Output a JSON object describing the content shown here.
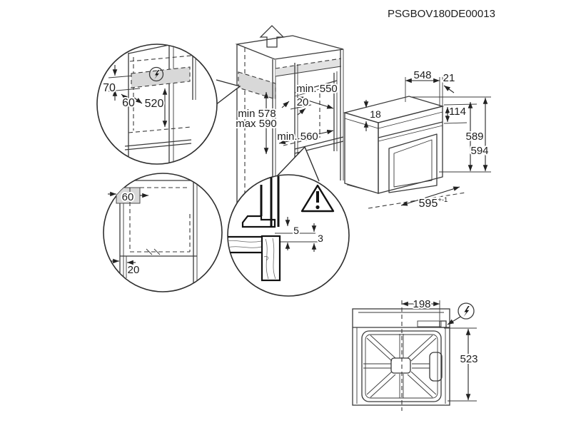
{
  "title": {
    "part_number": "PSGBOV180DE00013"
  },
  "colors": {
    "line": "#3a3a3a",
    "shade": "#d8d8d8",
    "accent": "#111111"
  },
  "icons": {
    "electrical": "lightning-in-circle",
    "warning": "exclamation-triangle",
    "removal_direction": "up-arrow"
  },
  "detail_electrical_zone": {
    "height_70": "70",
    "offset_60": "60",
    "height_520": "520"
  },
  "cabinet": {
    "depth_min": "min. 550",
    "gap_20": "20",
    "niche_height_min": "min 578",
    "niche_height_max": "max 590",
    "width_min": "min. 560"
  },
  "oven": {
    "depth_548": "548",
    "front_21": "21",
    "top_18": "18",
    "panel_114": "114",
    "height_589": "589",
    "height_594": "594",
    "width_595": "595",
    "width_tolerance": "+-1"
  },
  "detail_base_clearance": {
    "side_60": "60",
    "front_20": "20"
  },
  "detail_trim_gap": {
    "gap_5": "5",
    "gap_3": "3"
  },
  "back_view": {
    "offset_198": "198",
    "height_523": "523"
  }
}
